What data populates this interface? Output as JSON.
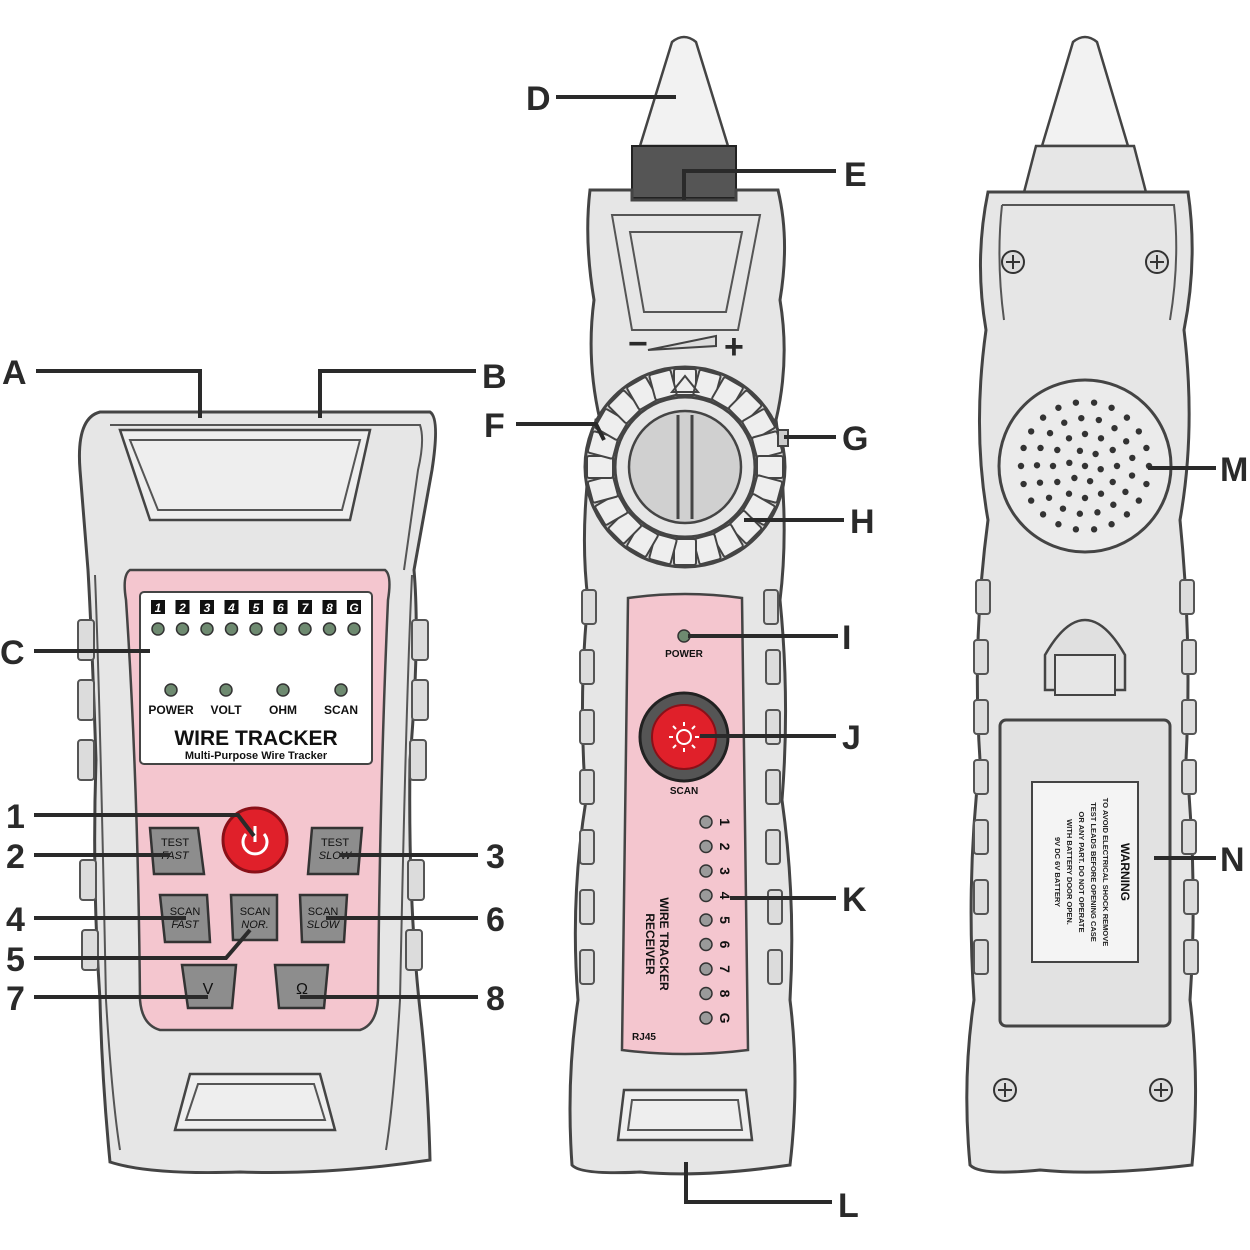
{
  "transmitter": {
    "channels": [
      "1",
      "2",
      "3",
      "4",
      "5",
      "6",
      "7",
      "8",
      "G"
    ],
    "modes": [
      "POWER",
      "VOLT",
      "OHM",
      "SCAN"
    ],
    "brand": "WIRE TRACKER",
    "subtitle": "Multi-Purpose Wire Tracker",
    "buttons": {
      "test_fast": [
        "TEST",
        "FAST"
      ],
      "test_slow": [
        "TEST",
        "SLOW"
      ],
      "scan_fast": [
        "SCAN",
        "FAST"
      ],
      "scan_nor": [
        "SCAN",
        "NOR."
      ],
      "scan_slow": [
        "SCAN",
        "SLOW"
      ],
      "volt": "V",
      "ohm": "Ω"
    }
  },
  "receiver": {
    "volume_minus": "−",
    "volume_plus": "+",
    "power_label": "POWER",
    "scan_label": "SCAN",
    "channels": [
      "1",
      "2",
      "3",
      "4",
      "5",
      "6",
      "7",
      "8",
      "G"
    ],
    "title_line1": "WIRE TRACKER",
    "title_line2": "RECEIVER",
    "port_label": "RJ45"
  },
  "back": {
    "warning_title": "WARNING",
    "warning_lines": [
      "TO AVOID ELECTRICAL SHOCK REMOVE",
      "TEST LEADS BEFORE OPENING CASE",
      "OR ANY PART. DO NOT OPERATE",
      "WITH BATTERY DOOR OPEN.",
      "9V DC 6V BATTERY"
    ]
  },
  "callouts": {
    "A": "A",
    "B": "B",
    "C": "C",
    "D": "D",
    "E": "E",
    "F": "F",
    "G": "G",
    "H": "H",
    "I": "I",
    "J": "J",
    "K": "K",
    "L": "L",
    "M": "M",
    "N": "N",
    "n1": "1",
    "n2": "2",
    "n3": "3",
    "n4": "4",
    "n5": "5",
    "n6": "6",
    "n7": "7",
    "n8": "8"
  },
  "colors": {
    "pink_panel": "#f4c6cf",
    "red_button": "#e0202a",
    "body_gray": "#e8e8e8",
    "led": "#6e8a70"
  }
}
